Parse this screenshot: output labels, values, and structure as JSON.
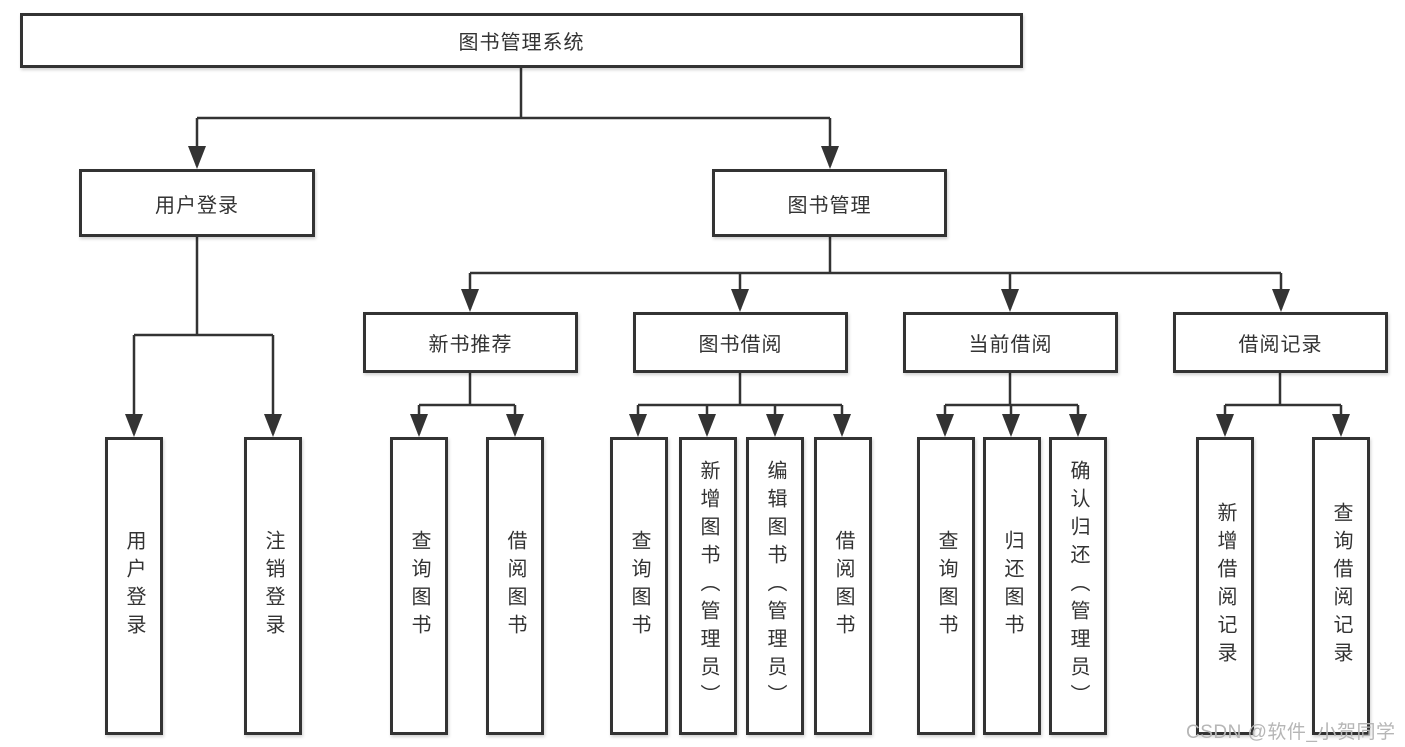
{
  "diagram": {
    "nodes": {
      "root": "图书管理系统",
      "user_login": "用户登录",
      "book_management": "图书管理",
      "new_book_recommendation": "新书推荐",
      "book_borrowing": "图书借阅",
      "current_borrowing": "当前借阅",
      "borrowing_records": "借阅记录",
      "leaf_user_login": "用户登录",
      "leaf_logout": "注销登录",
      "leaf_query_books_recommend": "查询图书",
      "leaf_borrow_books_recommend": "借阅图书",
      "leaf_query_books_borrowing": "查询图书",
      "leaf_add_books_admin": "新增图书（管理员）",
      "leaf_edit_books_admin": "编辑图书（管理员）",
      "leaf_borrow_books_borrowing": "借阅图书",
      "leaf_query_books_current": "查询图书",
      "leaf_return_books": "归还图书",
      "leaf_confirm_return_admin": "确认归还（管理员）",
      "leaf_add_borrow_record": "新增借阅记录",
      "leaf_query_borrow_record": "查询借阅记录"
    },
    "colors": {
      "line": "#333333",
      "box_fill": "#ffffff",
      "text": "#333333",
      "watermark": "#b6b6b6"
    }
  },
  "watermark": "CSDN @软件_小贺同学"
}
